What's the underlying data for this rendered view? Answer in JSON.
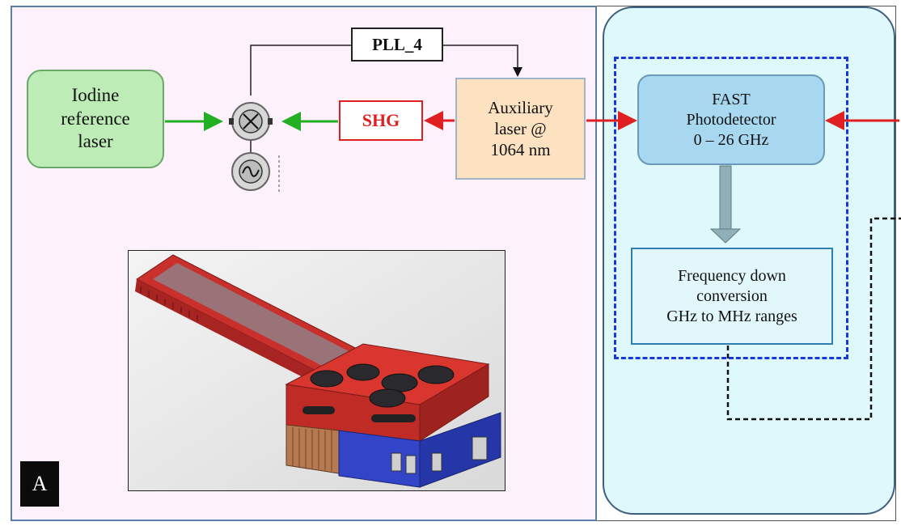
{
  "labels": {
    "pll": "PLL_4",
    "shg": "SHG",
    "panel_tag": "A"
  },
  "iodine": [
    "Iodine",
    "reference",
    "laser"
  ],
  "aux": [
    "Auxiliary",
    "laser @",
    "1064 nm"
  ],
  "fast": [
    "FAST",
    "Photodetector",
    "0 – 26 GHz"
  ],
  "freq": [
    "Frequency down",
    "conversion",
    "GHz to MHz ranges"
  ],
  "colors": {
    "left_panel_bg": "#fdf1fc",
    "right_panel_bg": "#dff8fb",
    "iodine_fill": "#bdecb6",
    "aux_fill": "#fde2c2",
    "fast_fill": "#a8d8f0",
    "shg_red": "#e02020",
    "green_arrow": "#22b022",
    "blue_dash": "#1838e0"
  },
  "icons": {
    "mixer": "mixer-cross-icon",
    "oscillator": "sine-oscillator-icon"
  }
}
